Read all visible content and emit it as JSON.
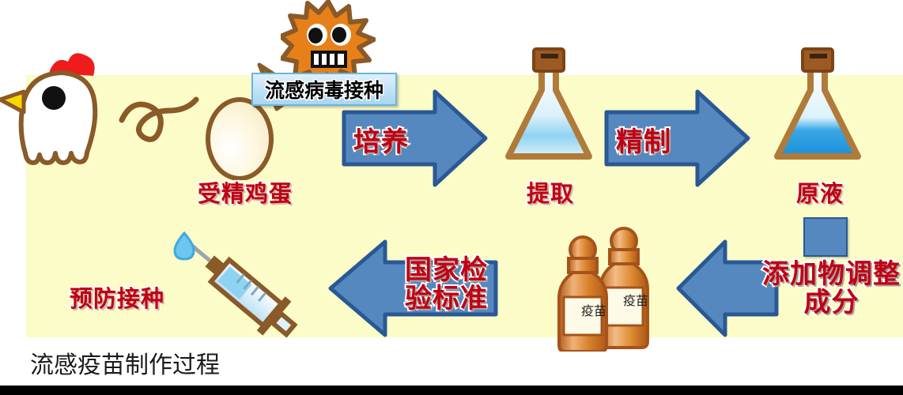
{
  "caption": "流感疫苗制作过程",
  "colors": {
    "band_bg": "#fcfcc8",
    "arrow_blue": "#5588bf",
    "arrow_blue_dark": "#2a5894",
    "label_red": "#c00014",
    "speech_blue": "#bfe2f6",
    "bottle_orange": "#d2762a",
    "flask_brown": "#b07b3a",
    "liquid_blue": "#2f9fe0"
  },
  "diagram": {
    "title": "流感疫苗制作过程",
    "callout": {
      "text": "流感病毒接种",
      "icon": "virus-icon"
    },
    "steps": [
      {
        "id": "fertilized-egg",
        "label": "受精鸡蛋",
        "icon": "chicken-icon"
      },
      {
        "id": "extract",
        "label": "提取",
        "icon": "flask-icon"
      },
      {
        "id": "stock-solution",
        "label": "原液",
        "icon": "flask-icon"
      },
      {
        "id": "adjust",
        "label": "添加物调整成分",
        "icon": "down-arrow-icon"
      },
      {
        "id": "bottled-vaccine",
        "label": "疫苗",
        "icon": "bottle-icon"
      },
      {
        "id": "vaccination",
        "label": "预防接种",
        "icon": "syringe-icon"
      }
    ],
    "arrows": [
      {
        "id": "cultivate",
        "label": "培养",
        "direction": "right"
      },
      {
        "id": "refine",
        "label": "精制",
        "direction": "right"
      },
      {
        "id": "adjust",
        "label": "添加物调整成分",
        "direction": "down"
      },
      {
        "id": "inspect",
        "label": "国家检验标准",
        "direction": "left"
      },
      {
        "id": "to-vaccine",
        "label": "",
        "direction": "left"
      }
    ],
    "bottle_labels": [
      "疫苗",
      "疫苗"
    ]
  }
}
